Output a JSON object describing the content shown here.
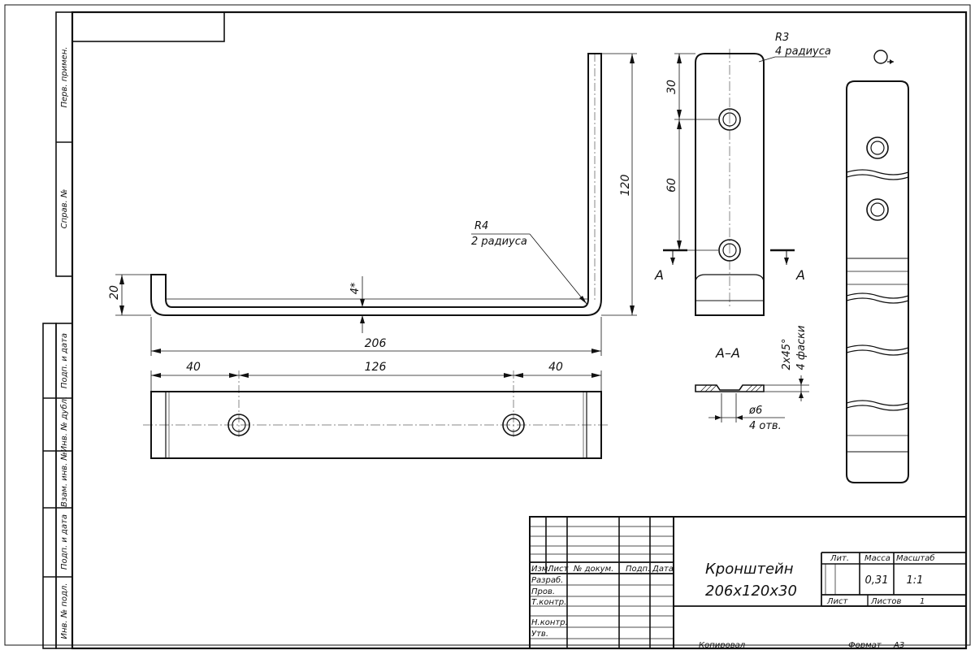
{
  "side_columns": [
    "Перв. примен.",
    "Справ. №",
    "Подп. и дата",
    "Инв. № дубл.",
    "Взам. инв. №",
    "Подп. и дата",
    "Инв. № подл."
  ],
  "view_front": {
    "dim_length": "206",
    "dim_height": "120",
    "dim_flange": "20",
    "dim_thickness": "4*",
    "radius_label": "R4",
    "radius_count": "2 радиуса"
  },
  "view_plan": {
    "dim_left": "40",
    "dim_middle": "126",
    "dim_right": "40"
  },
  "view_side": {
    "radius_label": "R3",
    "radius_count": "4 радиуса",
    "dim_top": "30",
    "dim_spacing": "60",
    "section_mark": "А"
  },
  "section": {
    "title": "А–А",
    "chamfer": "2х45°",
    "chamfer_count": "4 фаски",
    "hole_dia": "ø6",
    "hole_count": "4 отв."
  },
  "title_block": {
    "name_line1": "Кронштейн",
    "name_line2": "206х120х30",
    "header_row": [
      "Изм.",
      "Лист",
      "№ докум.",
      "Подп.",
      "Дата"
    ],
    "roles": [
      "Разраб.",
      "Пров.",
      "Т.контр.",
      "",
      "Н.контр.",
      "Утв."
    ],
    "lit_label": "Лит.",
    "mass_label": "Масса",
    "scale_label": "Масштаб",
    "mass_value": "0,31",
    "scale_value": "1:1",
    "sheet_label": "Лист",
    "sheets_label": "Листов",
    "sheets_value": "1",
    "copied": "Копировал",
    "format_label": "Формат",
    "format_value": "А3"
  }
}
